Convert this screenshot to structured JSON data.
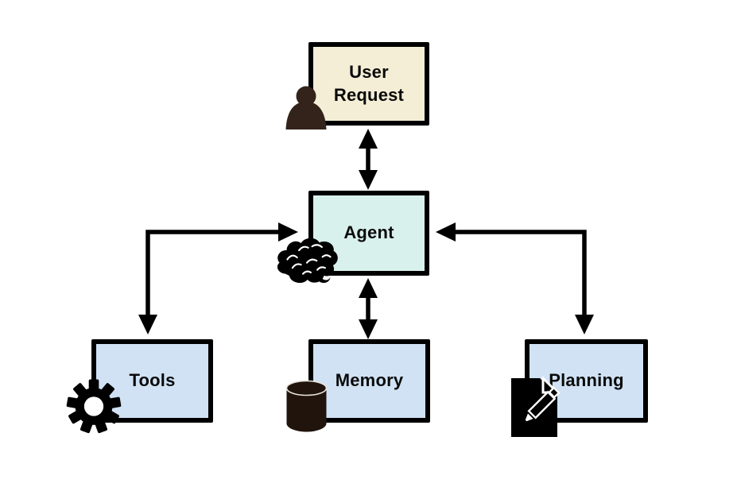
{
  "diagram": {
    "nodes": [
      {
        "id": "user-request",
        "label": "User Request",
        "fill": "#f3eed5",
        "icon": "person-icon"
      },
      {
        "id": "agent",
        "label": "Agent",
        "fill": "#d9f1ec",
        "icon": "brain-icon"
      },
      {
        "id": "tools",
        "label": "Tools",
        "fill": "#d0e2f4",
        "icon": "gear-icon"
      },
      {
        "id": "memory",
        "label": "Memory",
        "fill": "#d0e2f4",
        "icon": "database-icon"
      },
      {
        "id": "planning",
        "label": "Planning",
        "fill": "#d0e2f4",
        "icon": "document-pencil-icon"
      }
    ],
    "edges": [
      {
        "from": "user-request",
        "to": "agent",
        "type": "double-arrow-vertical"
      },
      {
        "from": "agent",
        "to": "memory",
        "type": "double-arrow-vertical"
      },
      {
        "from": "tools",
        "to": "agent",
        "type": "double-arrow-elbow"
      },
      {
        "from": "planning",
        "to": "agent",
        "type": "double-arrow-elbow"
      }
    ],
    "colors": {
      "box_border": "#000000",
      "arrow": "#000000",
      "text": "#0a0a0a",
      "background": "#ffffff",
      "person_icon": "#33231a",
      "database_icon": "#20140d",
      "black_icon": "#000000"
    }
  }
}
